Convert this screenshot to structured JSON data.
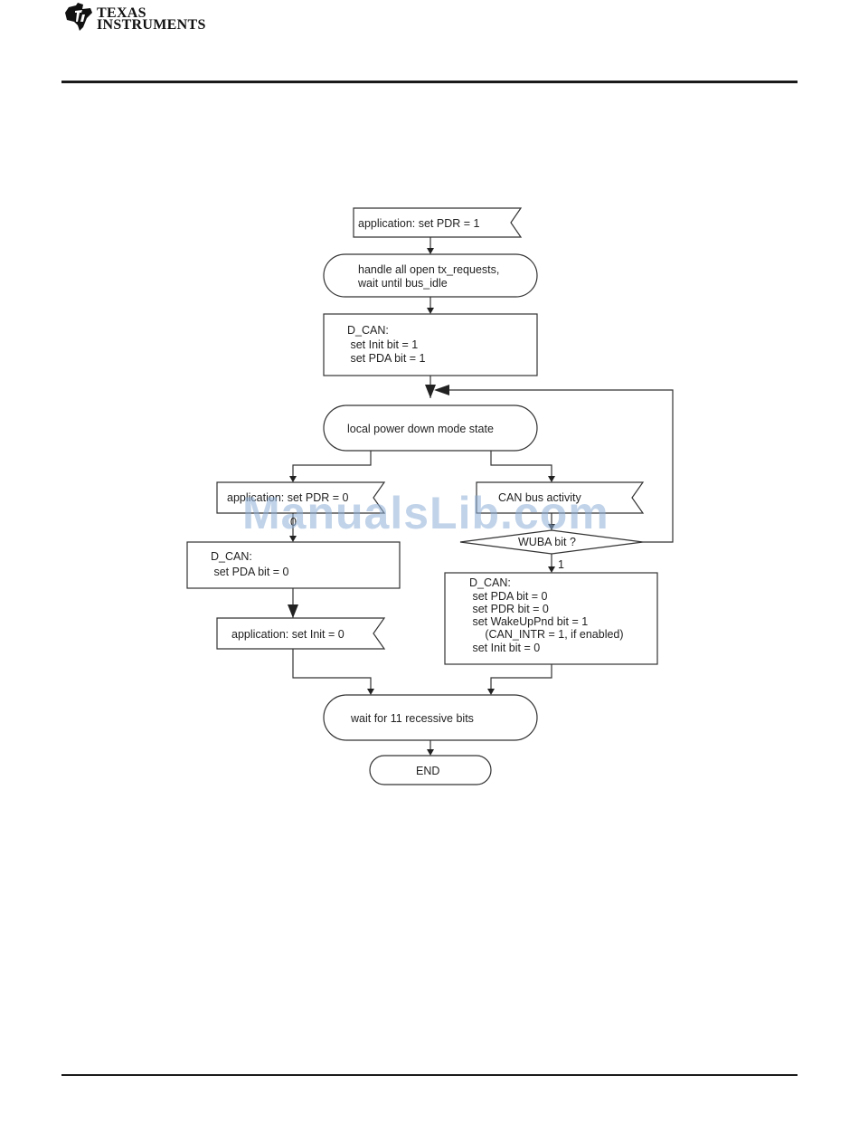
{
  "header": {
    "logo_line1": "Texas",
    "logo_line2": "Instruments"
  },
  "flowchart": {
    "start_signal": "application: set PDR = 1",
    "handle_requests": [
      "handle all open tx_requests,",
      "wait until bus_idle"
    ],
    "dcan_init": [
      "D_CAN:",
      " set Init bit = 1",
      " set PDA bit = 1"
    ],
    "local_power_down": "local power down mode state",
    "left_signal_pdr0": "application: set PDR = 0",
    "dcan_pda0": [
      "D_CAN:",
      " set PDA bit = 0"
    ],
    "left_signal_init0": "application: set Init = 0",
    "can_bus_activity": "CAN bus activity",
    "wuba_decision": "WUBA bit ?",
    "label_0": "0",
    "label_1": "1",
    "dcan_wakeup": [
      "D_CAN:",
      " set PDA bit = 0",
      " set PDR bit = 0",
      " set WakeUpPnd bit = 1",
      "     (CAN_INTR = 1, if enabled)",
      " set Init bit = 0"
    ],
    "wait_recessive": "wait for 11 recessive bits",
    "end": "END"
  },
  "watermark": "ManualsLib.com"
}
